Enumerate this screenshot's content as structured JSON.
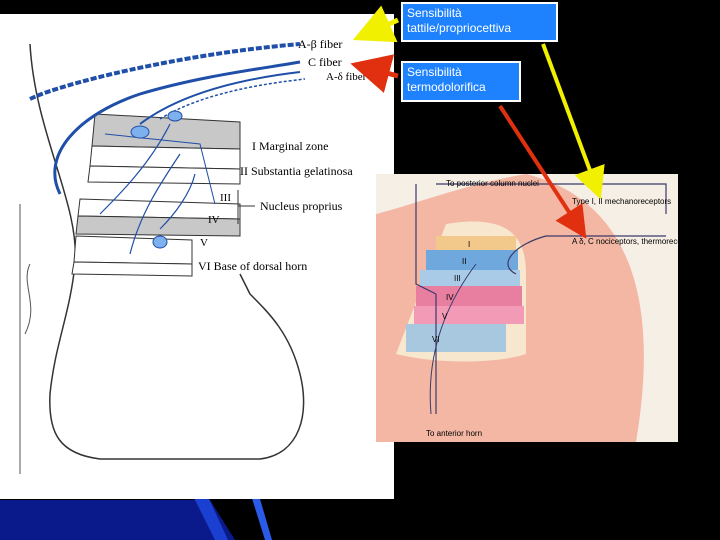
{
  "callouts": {
    "tactile": "Sensibilità tattile/propriocettiva",
    "thermal": "Sensibilità termodolorifica"
  },
  "left_diagram": {
    "fibers": {
      "a_beta": "A-β fiber",
      "c": "C fiber",
      "a_delta": "A-δ fiber"
    },
    "laminae": {
      "i": "I Marginal zone",
      "ii": "II Substantia gelatinosa",
      "iii": "III",
      "iv": "IV",
      "nucleus": "Nucleus proprius",
      "v": "V",
      "vi": "VI Base of dorsal horn"
    }
  },
  "right_diagram": {
    "top_label": "To posterior column nuclei",
    "bottom_label": "To anterior horn",
    "receptors_1": "Type I, II mechanoreceptors",
    "receptors_2": "A δ, C nociceptors, thermoreceptors, mechanoreceptors, visceral afferents",
    "laminae": [
      "I",
      "II",
      "III",
      "IV",
      "V",
      "VI"
    ],
    "lamina_colors": [
      "#f2c98a",
      "#6fa8dc",
      "#a9cbe8",
      "#e87fa0",
      "#f29ab6",
      "#a8c8e0"
    ]
  },
  "colors": {
    "callout_bg": "#1e82ff",
    "arrow_yellow": "#f0f000",
    "arrow_red": "#e03010",
    "fiber_blue": "#1f4fa8",
    "band_gray": "#c8c8c8"
  }
}
